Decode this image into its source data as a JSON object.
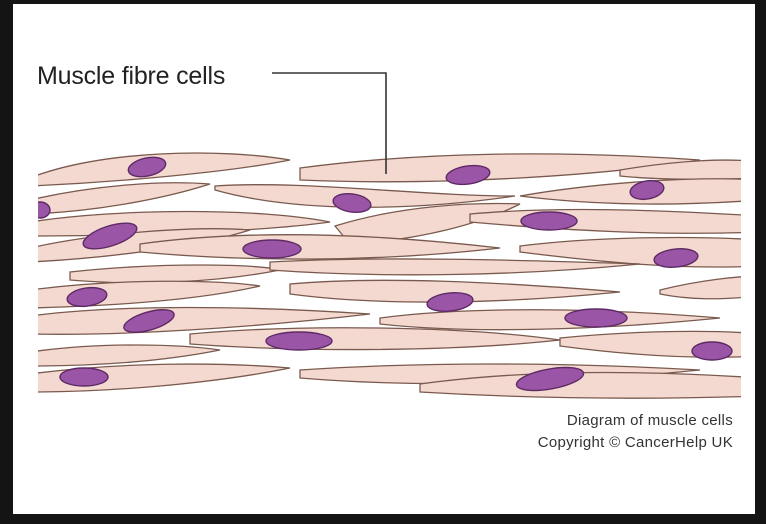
{
  "diagram": {
    "label": "Muscle fibre cells",
    "caption_line1": "Diagram of muscle cells",
    "caption_line2": "Copyright © CancerHelp UK"
  },
  "colors": {
    "cell_fill": "#f3d9cf",
    "cell_stroke": "#7a5a4e",
    "nucleus_fill": "#9b55a6",
    "nucleus_stroke": "#5e2a66",
    "leader_line": "#333333"
  }
}
